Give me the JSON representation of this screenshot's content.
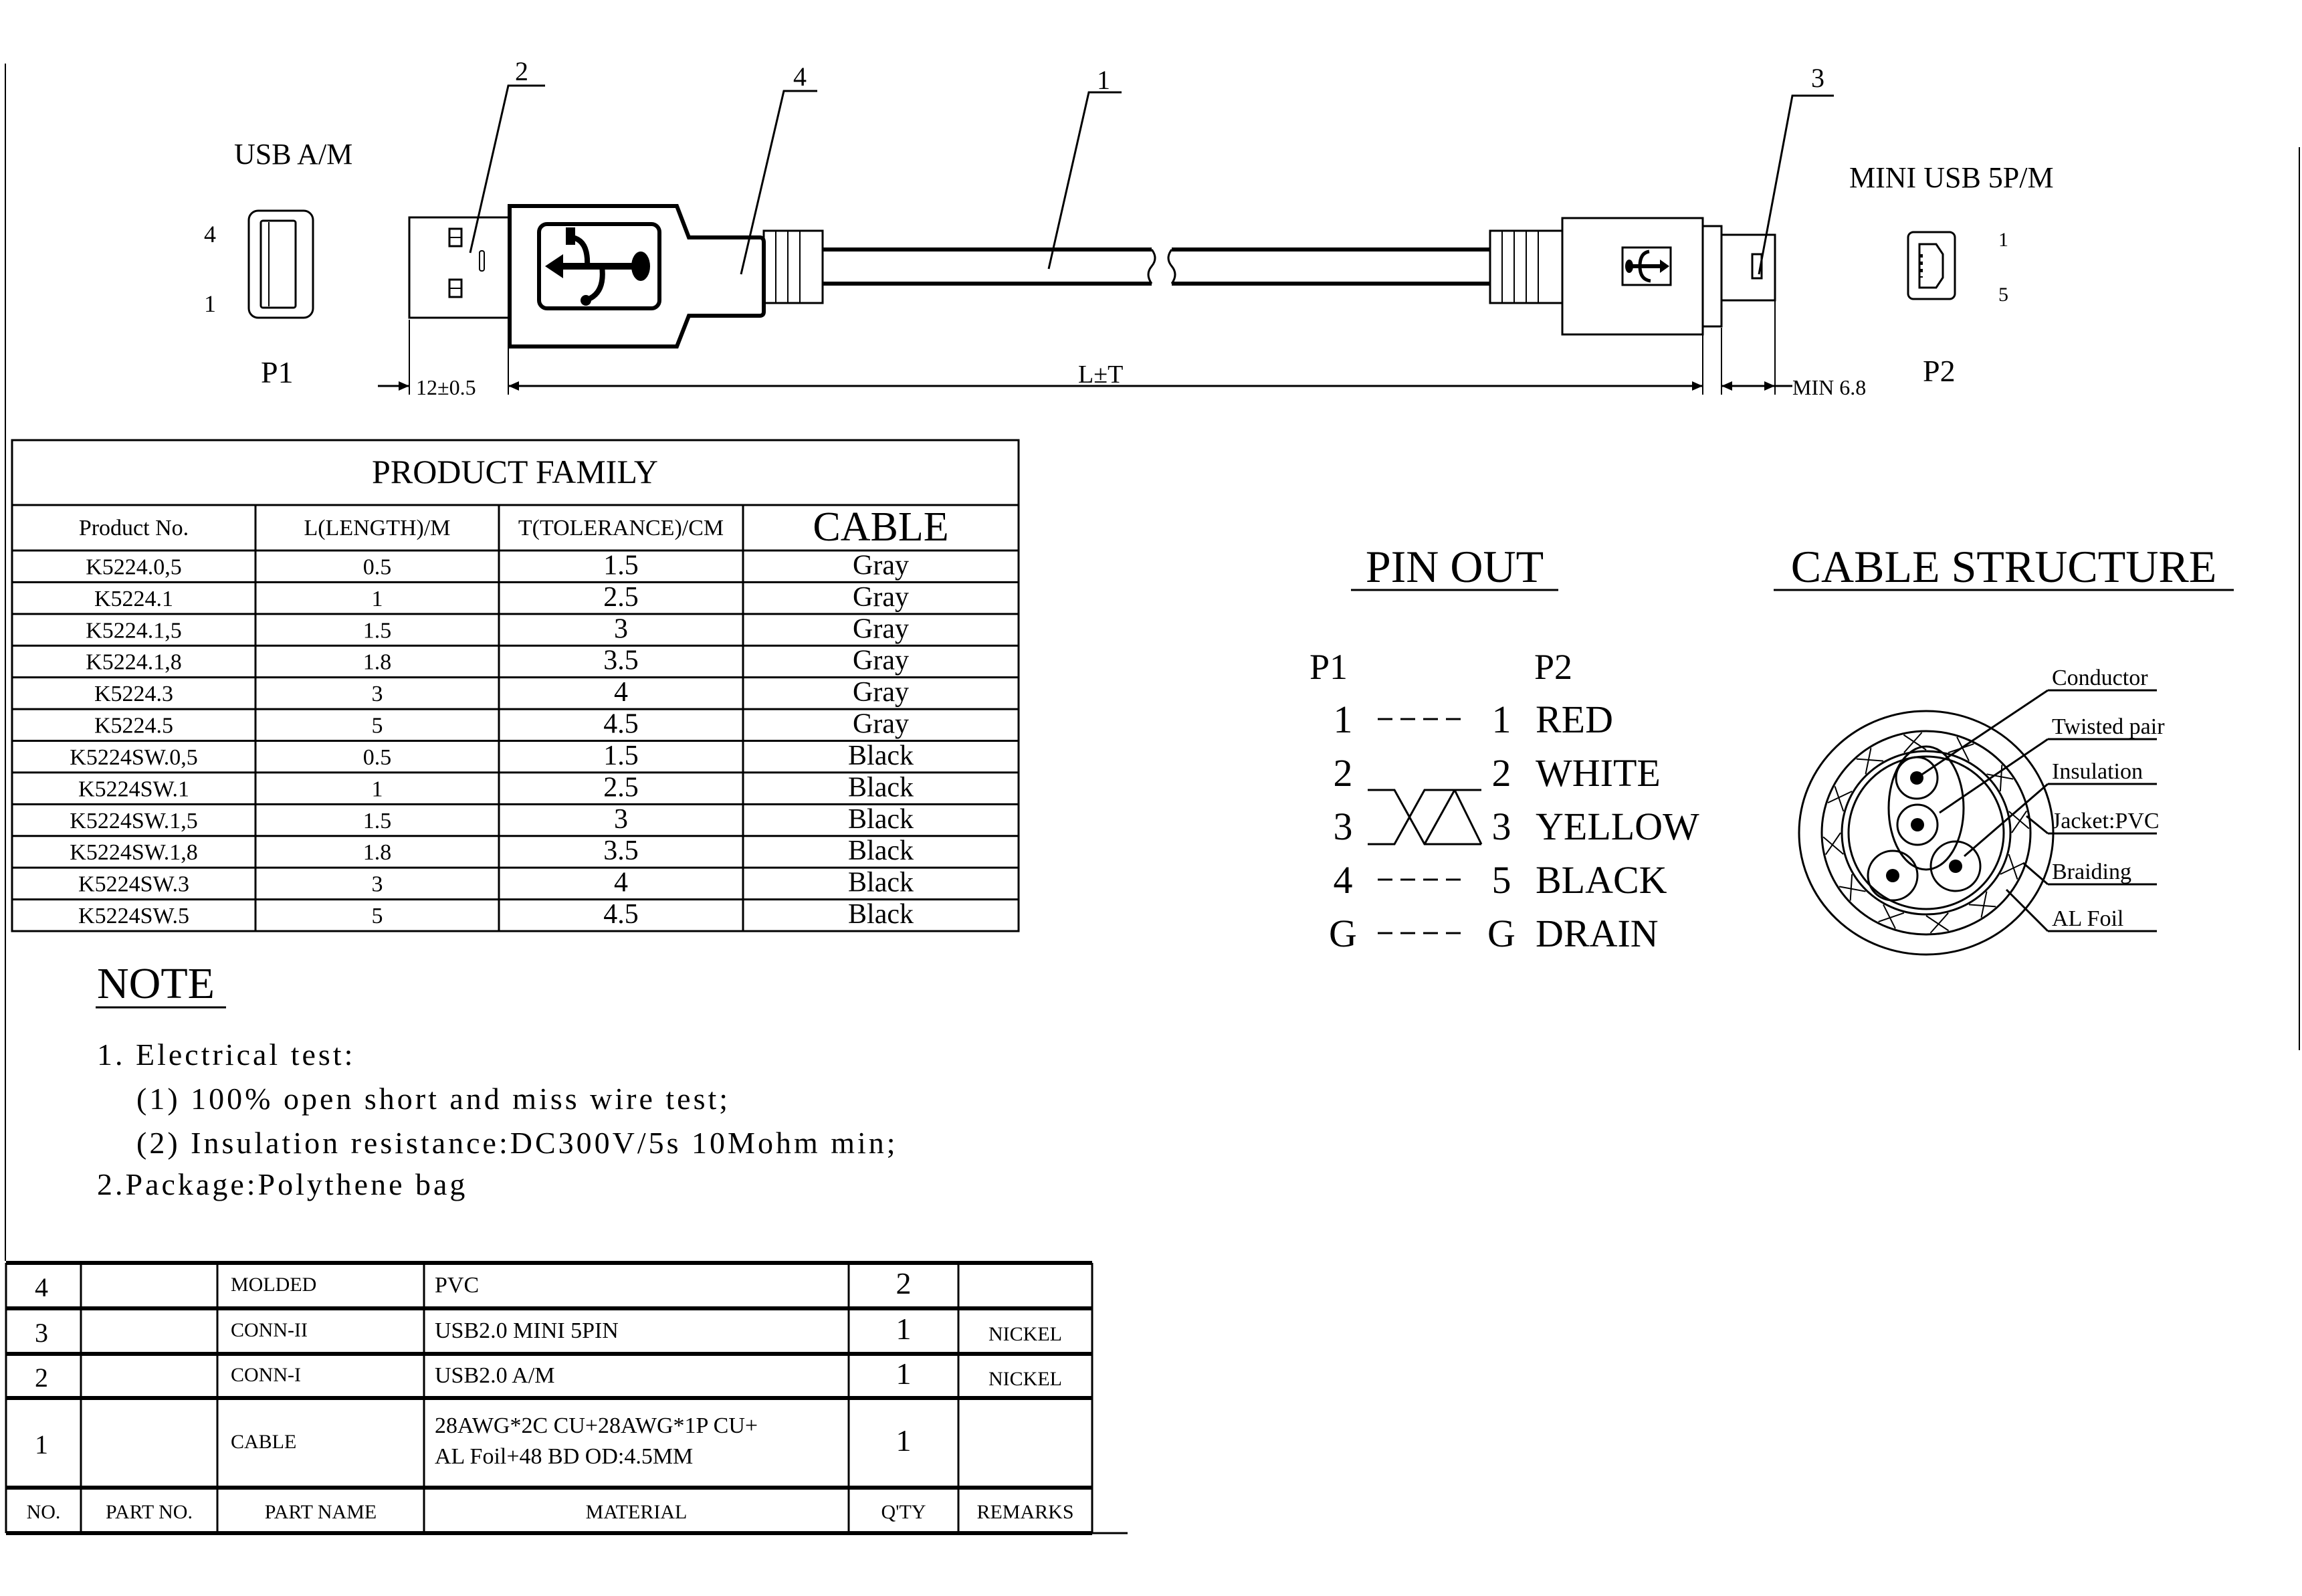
{
  "drawing": {
    "p1_type": "USB A/M",
    "p1_label": "P1",
    "p1_pin_top": "4",
    "p1_pin_bottom": "1",
    "p2_type": "MINI USB 5P/M",
    "p2_label": "P2",
    "p2_pin_top": "1",
    "p2_pin_bottom": "5",
    "balloons": [
      "1",
      "2",
      "3",
      "4"
    ],
    "dim_plug": "12±0.5",
    "dim_length": "L±T",
    "dim_mini": "MIN 6.8"
  },
  "product_family": {
    "title": "PRODUCT FAMILY",
    "headers": [
      "Product No.",
      "L(LENGTH)/M",
      "T(TOLERANCE)/CM",
      "CABLE"
    ],
    "rows": [
      [
        "K5224.0,5",
        "0.5",
        "1.5",
        "Gray"
      ],
      [
        "K5224.1",
        "1",
        "2.5",
        "Gray"
      ],
      [
        "K5224.1,5",
        "1.5",
        "3",
        "Gray"
      ],
      [
        "K5224.1,8",
        "1.8",
        "3.5",
        "Gray"
      ],
      [
        "K5224.3",
        "3",
        "4",
        "Gray"
      ],
      [
        "K5224.5",
        "5",
        "4.5",
        "Gray"
      ],
      [
        "K5224SW.0,5",
        "0.5",
        "1.5",
        "Black"
      ],
      [
        "K5224SW.1",
        "1",
        "2.5",
        "Black"
      ],
      [
        "K5224SW.1,5",
        "1.5",
        "3",
        "Black"
      ],
      [
        "K5224SW.1,8",
        "1.8",
        "3.5",
        "Black"
      ],
      [
        "K5224SW.3",
        "3",
        "4",
        "Black"
      ],
      [
        "K5224SW.5",
        "5",
        "4.5",
        "Black"
      ]
    ]
  },
  "pin_out": {
    "title": "PIN OUT",
    "left_header": "P1",
    "right_header": "P2",
    "rows": [
      {
        "p1": "1",
        "p2": "1",
        "wire": "RED"
      },
      {
        "p1": "2",
        "p2": "2",
        "wire": "WHITE"
      },
      {
        "p1": "3",
        "p2": "3",
        "wire": "YELLOW"
      },
      {
        "p1": "4",
        "p2": "5",
        "wire": "BLACK"
      },
      {
        "p1": "G",
        "p2": "G",
        "wire": "DRAIN"
      }
    ]
  },
  "cable_structure": {
    "title": "CABLE STRUCTURE",
    "labels": [
      "Conductor",
      "Twisted pair",
      "Insulation",
      "Jacket:PVC",
      "Braiding",
      "AL Foil"
    ]
  },
  "note": {
    "title": "NOTE",
    "lines": [
      "1. Electrical test:",
      "(1) 100% open short and miss wire test;",
      "(2) Insulation resistance:DC300V/5s 10Mohm min;",
      "2.Package:Polythene bag"
    ]
  },
  "bom": {
    "headers": [
      "NO.",
      "PART NO.",
      "PART NAME",
      "MATERIAL",
      "Q'TY",
      "REMARKS"
    ],
    "rows": [
      {
        "no": "4",
        "part_no": "",
        "name": "MOLDED",
        "material": [
          "PVC"
        ],
        "qty": "2",
        "remarks": ""
      },
      {
        "no": "3",
        "part_no": "",
        "name": "CONN-II",
        "material": [
          "USB2.0 MINI 5PIN"
        ],
        "qty": "1",
        "remarks": "NICKEL"
      },
      {
        "no": "2",
        "part_no": "",
        "name": "CONN-I",
        "material": [
          "USB2.0 A/M"
        ],
        "qty": "1",
        "remarks": "NICKEL"
      },
      {
        "no": "1",
        "part_no": "",
        "name": "CABLE",
        "material": [
          "28AWG*2C CU+28AWG*1P CU+",
          "AL Foil+48 BD OD:4.5MM"
        ],
        "qty": "1",
        "remarks": ""
      }
    ]
  }
}
